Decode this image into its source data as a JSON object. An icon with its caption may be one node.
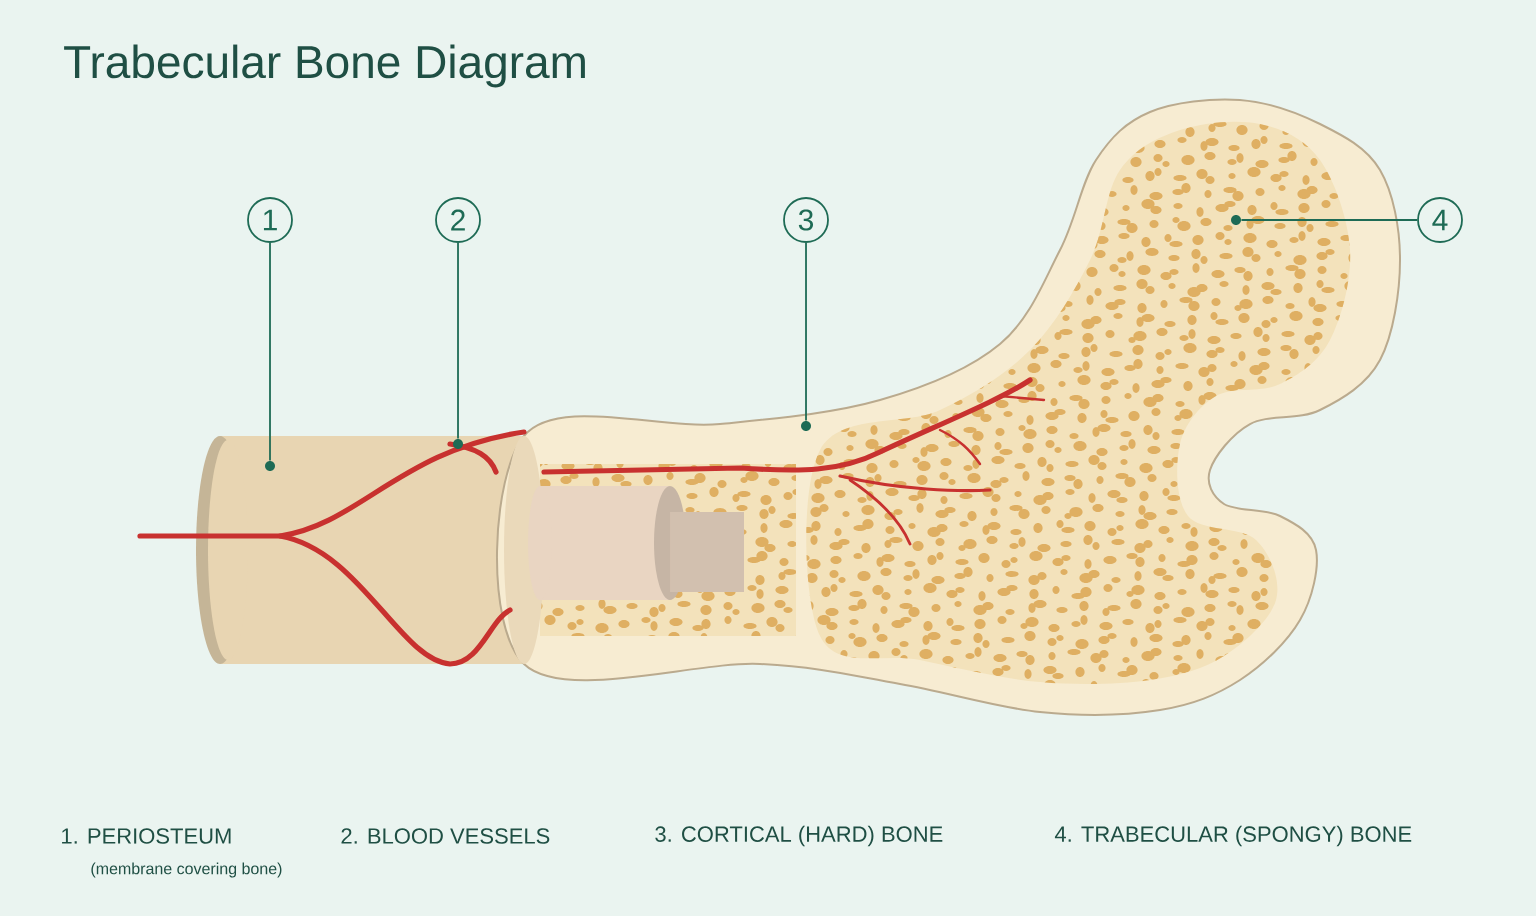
{
  "diagram": {
    "title": "Trabecular Bone Diagram",
    "nodes": [
      {
        "text": [
          "1"
        ]
      },
      {
        "text": [
          "2"
        ]
      },
      {
        "text": [
          "3"
        ]
      },
      {
        "text": [
          "4"
        ]
      },
      {
        "text": [],
        "shape": "circle"
      },
      {
        "text": [],
        "shape": "circle"
      },
      {
        "text": [],
        "shape": "circle"
      },
      {
        "text": [],
        "shape": "circle"
      }
    ],
    "edges": [
      {
        "from": 0,
        "to": 4,
        "arrow": "none"
      },
      {
        "from": 1,
        "to": 5,
        "arrow": "none"
      },
      {
        "from": 2,
        "to": 6,
        "arrow": "none"
      },
      {
        "from": 3,
        "to": 7,
        "arrow": "none"
      }
    ],
    "labels": [
      "1.  PERIOSTEUM",
      "(membrane covering bone)",
      "2.  BLOOD VESSELS",
      "3.  CORTICAL (HARD) BONE",
      "4.  TRABECULAR (SPONGY) BONE"
    ]
  }
}
